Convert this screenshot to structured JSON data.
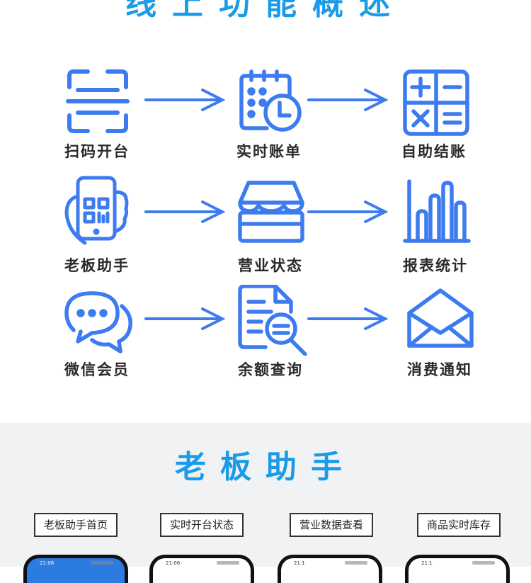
{
  "main_title": "线上功能概述",
  "features": [
    {
      "label": "扫码开台",
      "icon": "scan-icon"
    },
    {
      "label": "实时账单",
      "icon": "calendar-clock-icon"
    },
    {
      "label": "自助结账",
      "icon": "calculator-icon"
    },
    {
      "label": "老板助手",
      "icon": "phone-qr-icon"
    },
    {
      "label": "营业状态",
      "icon": "shop-icon"
    },
    {
      "label": "报表统计",
      "icon": "bar-chart-icon"
    },
    {
      "label": "微信会员",
      "icon": "chat-icon"
    },
    {
      "label": "余额查询",
      "icon": "document-search-icon"
    },
    {
      "label": "消费通知",
      "icon": "envelope-icon"
    }
  ],
  "section_title": "老板助手",
  "tabs": [
    "老板助手首页",
    "实时开台状态",
    "营业数据查看",
    "商品实时库存"
  ],
  "phones": [
    {
      "time": "21:06"
    },
    {
      "time": "21:06"
    },
    {
      "time": "21:1"
    },
    {
      "time": "21:1"
    }
  ],
  "colors": {
    "accent": "#1a9be8",
    "icon": "#3c7bf0"
  }
}
